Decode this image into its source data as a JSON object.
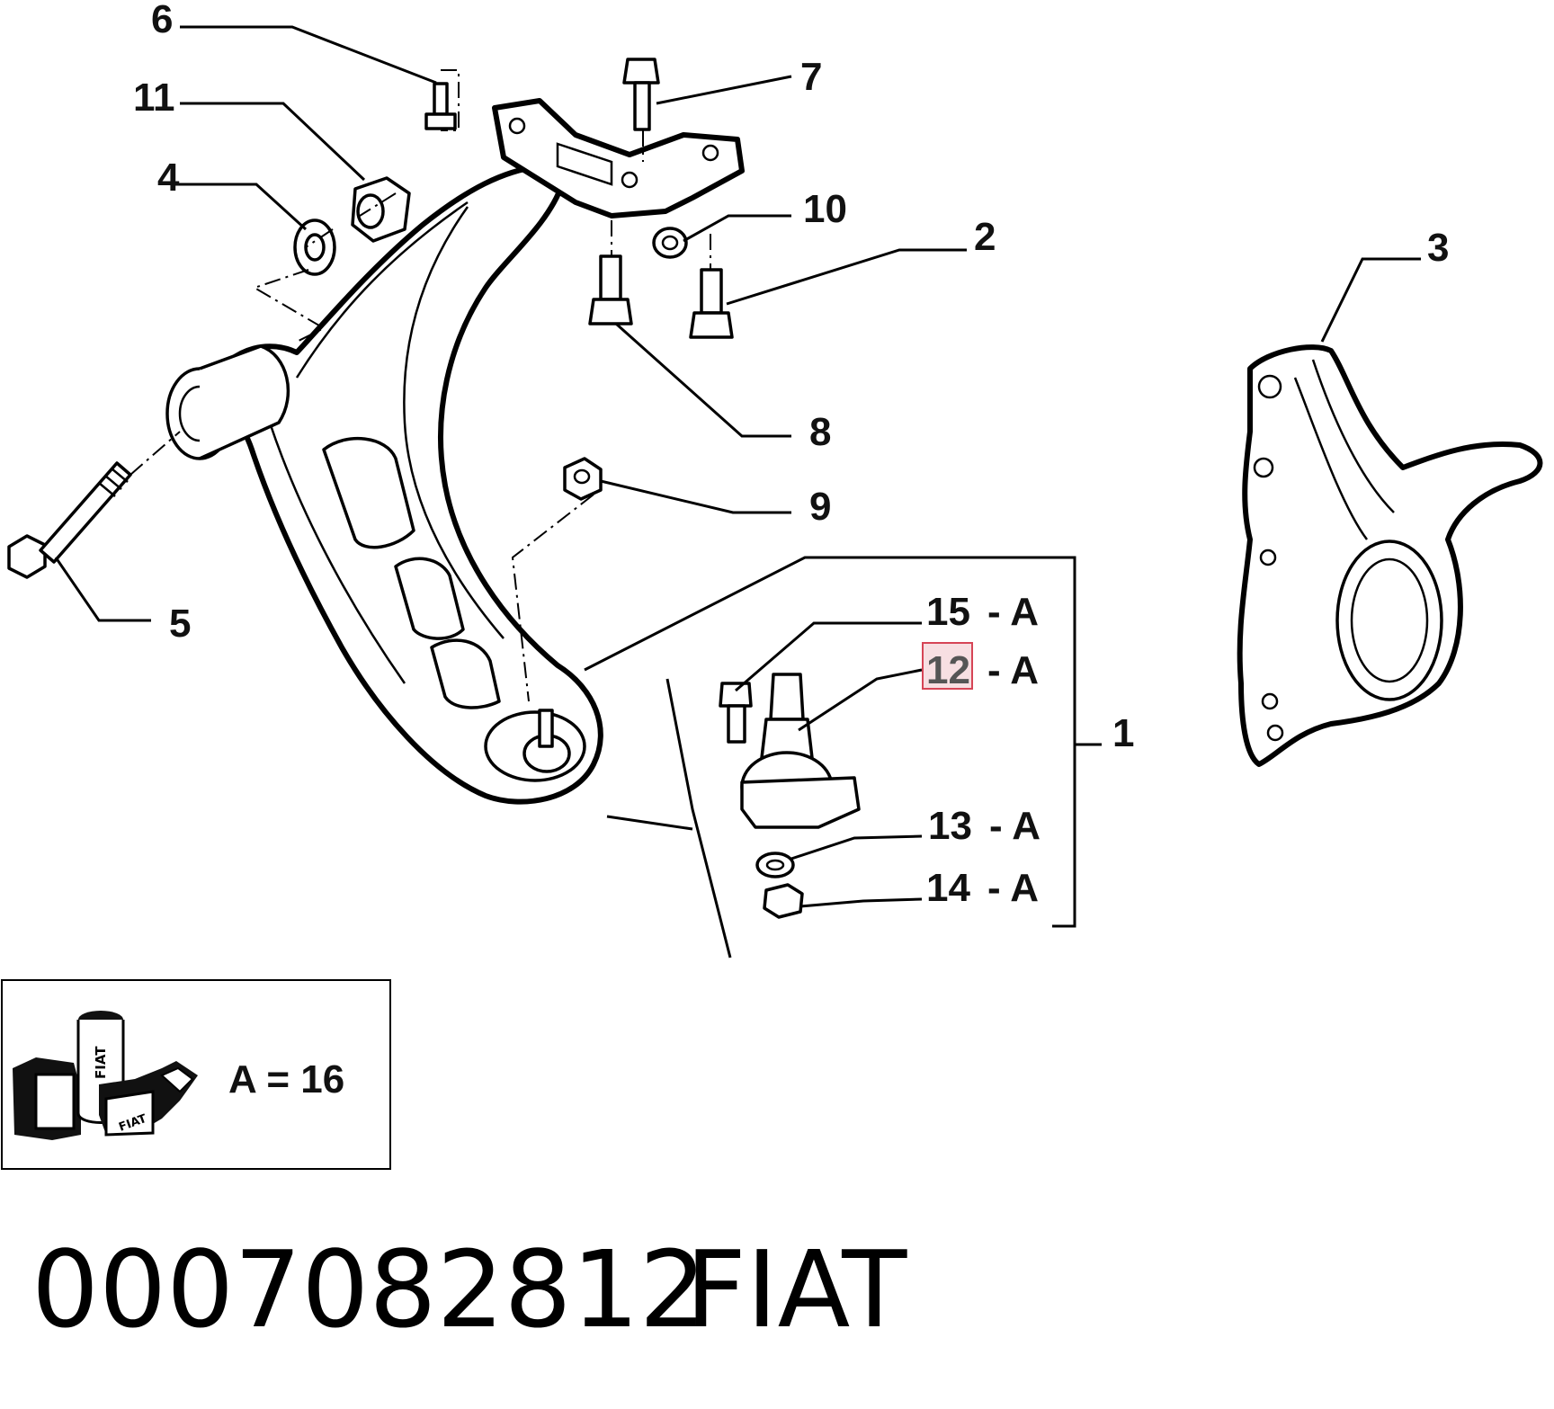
{
  "diagram": {
    "callouts": [
      {
        "id": "c1",
        "text": "1"
      },
      {
        "id": "c2",
        "text": "2"
      },
      {
        "id": "c3",
        "text": "3"
      },
      {
        "id": "c4",
        "text": "4"
      },
      {
        "id": "c5",
        "text": "5"
      },
      {
        "id": "c6",
        "text": "6"
      },
      {
        "id": "c7",
        "text": "7"
      },
      {
        "id": "c8",
        "text": "8"
      },
      {
        "id": "c9",
        "text": "9"
      },
      {
        "id": "c10",
        "text": "10"
      },
      {
        "id": "c11",
        "text": "11"
      }
    ],
    "kit_items": [
      {
        "number": "15",
        "suffix": "- A"
      },
      {
        "number": "12",
        "suffix": "- A",
        "highlighted": true
      },
      {
        "number": "13",
        "suffix": "- A"
      },
      {
        "number": "14",
        "suffix": "- A"
      }
    ],
    "highlight_color": "#d64556"
  },
  "legend": {
    "text": "A = 16",
    "logo_text": "FIAT"
  },
  "footer": {
    "part_number": "0007082812",
    "brand": "FIAT"
  }
}
